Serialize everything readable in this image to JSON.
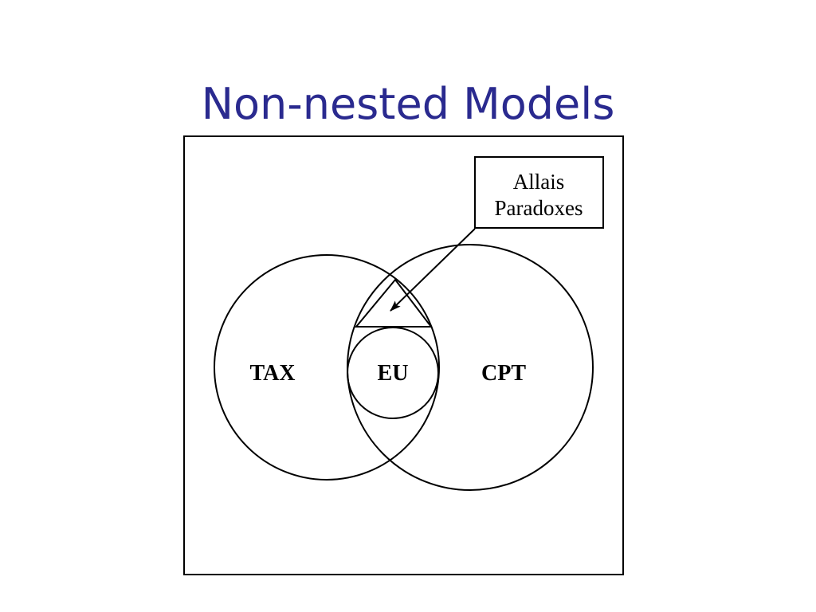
{
  "slide": {
    "title": "Non-nested Models"
  },
  "diagram": {
    "sets": [
      {
        "id": "tax",
        "label": "TAX"
      },
      {
        "id": "eu",
        "label": "EU"
      },
      {
        "id": "cpt",
        "label": "CPT"
      }
    ],
    "callout": {
      "line1": "Allais",
      "line2": "Paradoxes"
    }
  }
}
